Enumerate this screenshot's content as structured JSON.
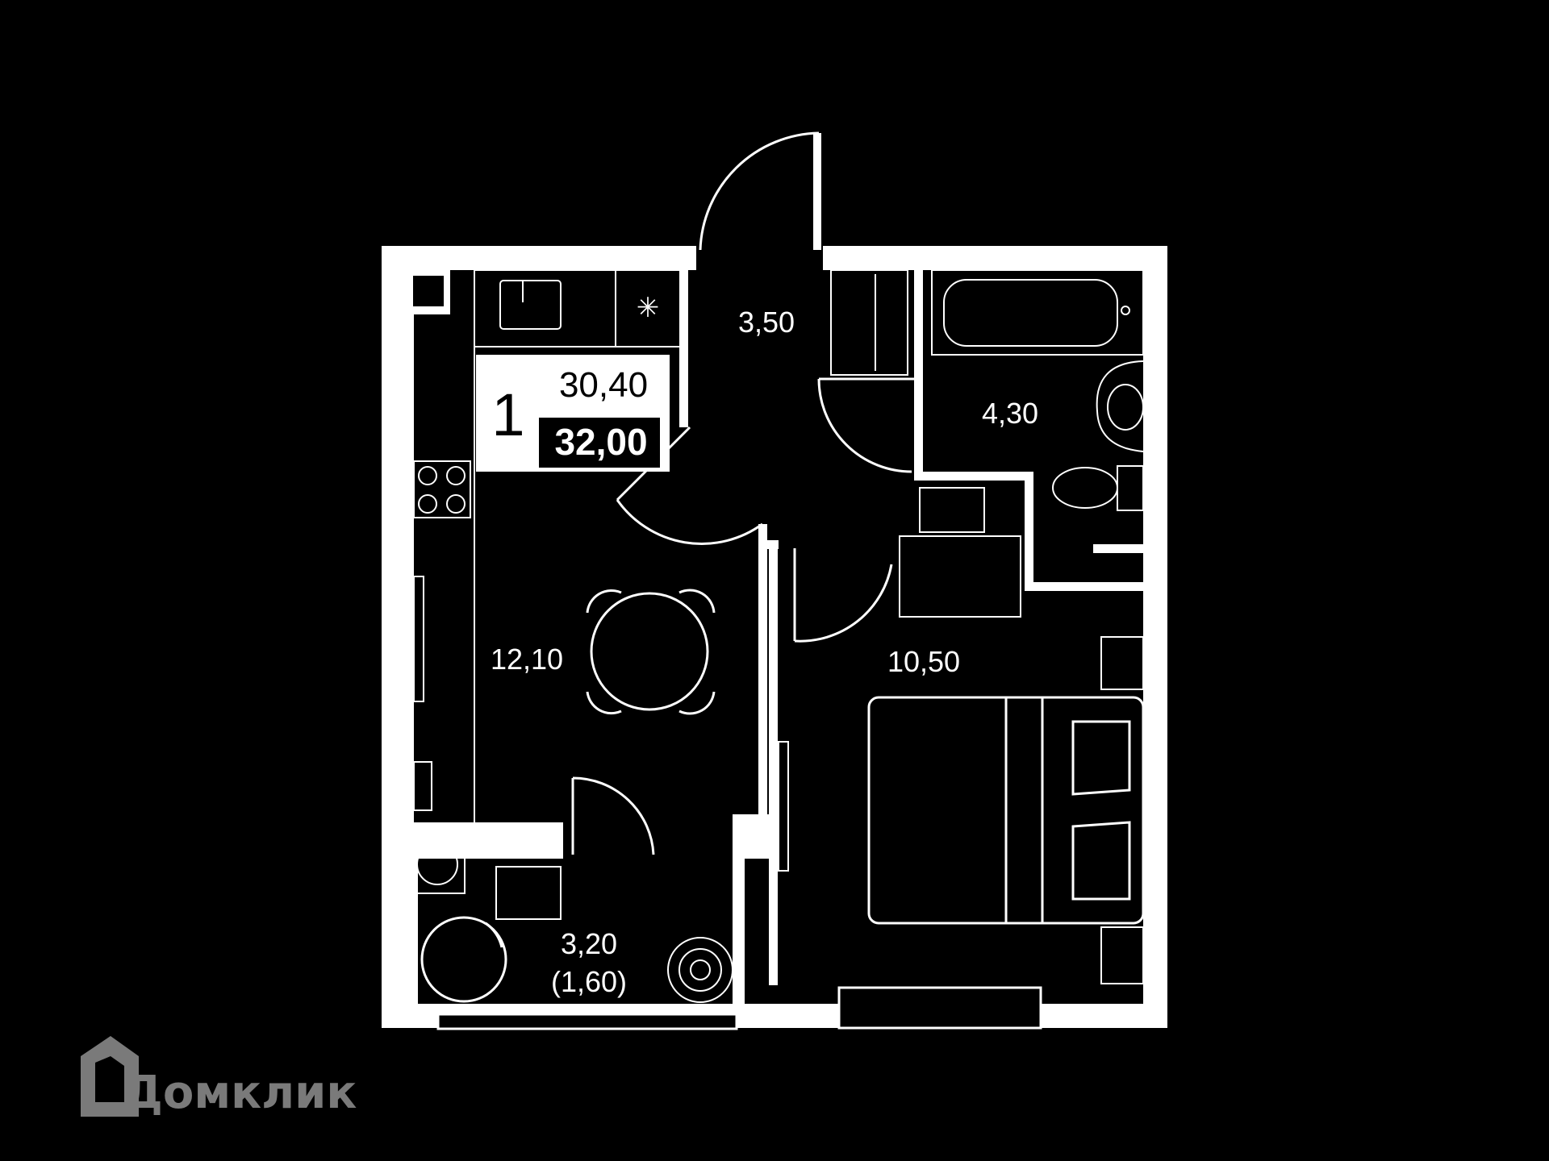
{
  "apartment": {
    "rooms": "1",
    "living_area": "30,40",
    "total_area": "32,00"
  },
  "rooms": {
    "hall": "3,50",
    "bathroom": "4,30",
    "kitchen": "12,10",
    "bedroom": "10,50",
    "balcony": "3,20",
    "balcony_reduced": "(1,60)"
  },
  "logo": {
    "text": "Домклик",
    "icon": "house-logo-icon"
  },
  "colors": {
    "background": "#000000",
    "walls": "#ffffff",
    "logo": "#7a7a7a"
  }
}
